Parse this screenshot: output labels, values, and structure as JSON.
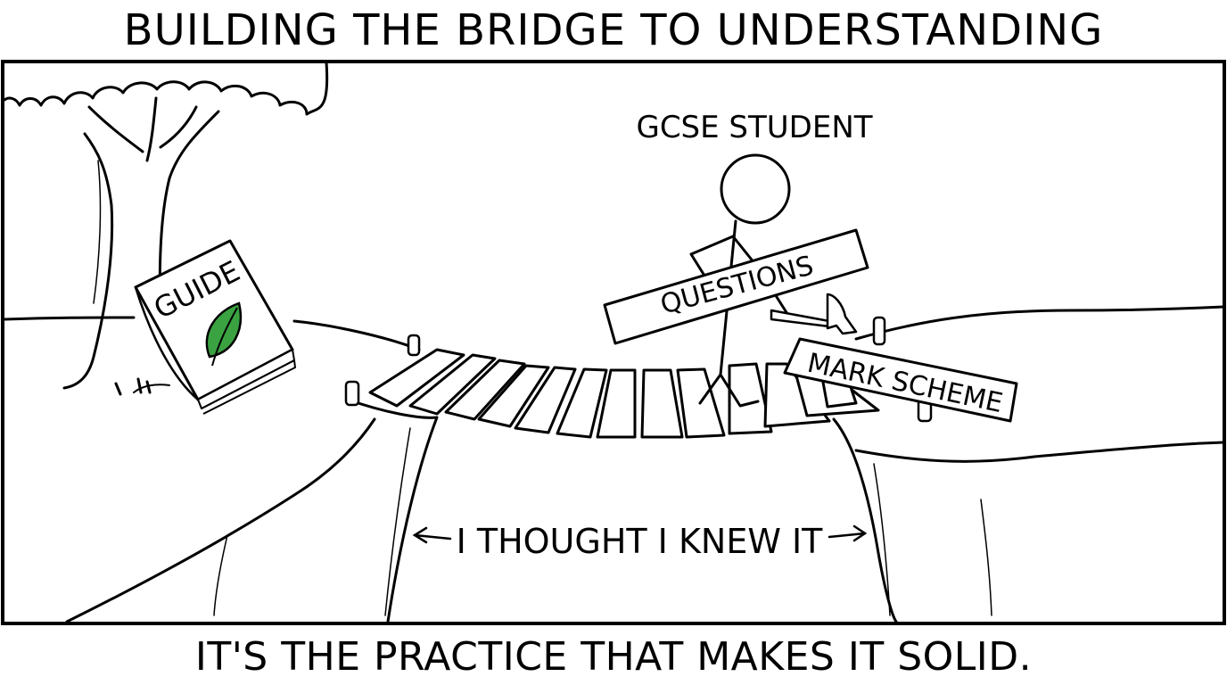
{
  "comic": {
    "title": "BUILDING THE BRIDGE TO UNDERSTANDING",
    "caption": "IT'S THE PRACTICE THAT MAKES IT SOLID.",
    "labels": {
      "student": "GCSE STUDENT",
      "guide": "GUIDE",
      "questions": "QUESTIONS",
      "mark_scheme": "MARK SCHEME",
      "gap": "I THOUGHT I KNEW IT"
    },
    "colors": {
      "ink": "#000000",
      "leaf": "#3aa241",
      "leaf_dark": "#2b7d32",
      "paper": "#ffffff"
    },
    "icons": [
      "tree-icon",
      "leaf-icon",
      "hammer-icon",
      "stick-figure-icon",
      "arrow-left-icon",
      "arrow-right-icon"
    ]
  }
}
